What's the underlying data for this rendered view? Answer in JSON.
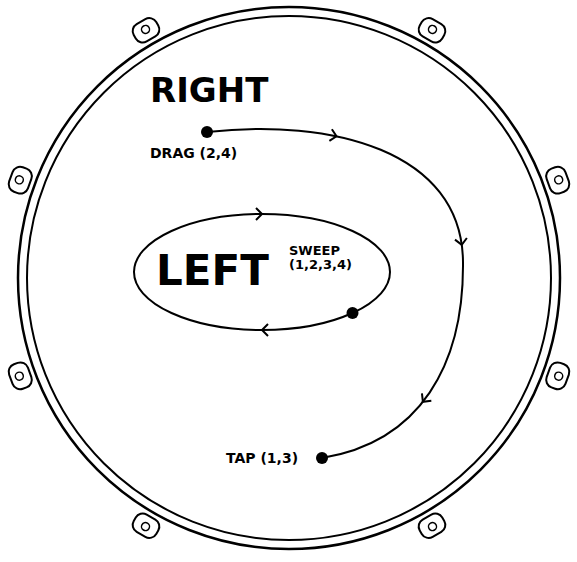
{
  "diagram": {
    "nodes": [
      {
        "text": [
          "RIGHT",
          "DRAG (2,4)",
          "TAP (1,3)"
        ]
      },
      {
        "text": [
          "LEFT",
          "SWEEP (1,2,3,4)"
        ],
        "in": 0
      }
    ]
  }
}
